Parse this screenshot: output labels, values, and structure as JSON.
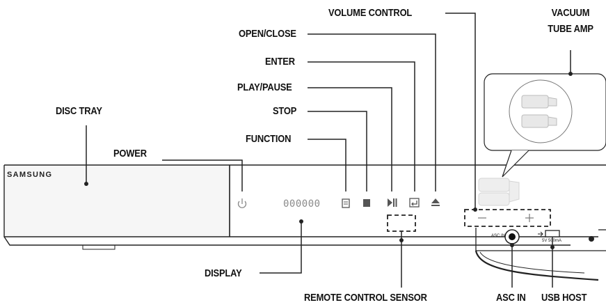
{
  "brand": "SAMSUNG",
  "display_digits": "000000",
  "port_labels": {
    "asc_in_small": "ASC IN",
    "usb_spec": "5V 500mA"
  },
  "callouts": {
    "volume_control": "VOLUME CONTROL",
    "vacuum_tube_amp_line1": "VACUUM",
    "vacuum_tube_amp_line2": "TUBE AMP",
    "open_close": "OPEN/CLOSE",
    "enter": "ENTER",
    "play_pause": "PLAY/PAUSE",
    "stop": "STOP",
    "function": "FUNCTION",
    "disc_tray": "DISC TRAY",
    "power": "POWER",
    "display": "DISPLAY",
    "remote_control_sensor": "REMOTE CONTROL SENSOR",
    "asc_in": "ASC IN",
    "usb_host": "USB HOST"
  },
  "icons": [
    "power-icon",
    "function-icon",
    "stop-icon",
    "play-pause-icon",
    "enter-icon",
    "eject-icon",
    "minus-icon",
    "plus-icon",
    "usb-icon"
  ]
}
